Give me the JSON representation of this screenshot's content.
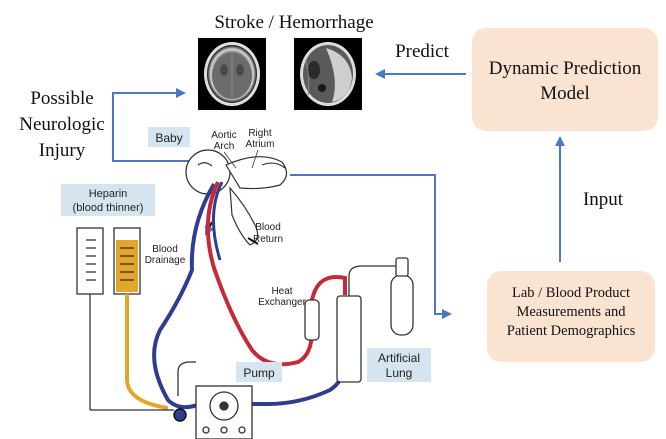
{
  "scan_panel": {
    "title": "Stroke / Hemorrhage"
  },
  "neuro_label": {
    "line1": "Possible",
    "line2": "Neurologic",
    "line3": "Injury"
  },
  "predict_label": "Predict",
  "input_label": "Input",
  "model_box": {
    "line1": "Dynamic Prediction",
    "line2": "Model",
    "fill": "#fbe3d2"
  },
  "lab_box": {
    "line1": "Lab  / Blood Product",
    "line2": "Measurements and",
    "line3": "Patient Demographics",
    "fill": "#fbe3d2"
  },
  "ecmo": {
    "baby_label": "Baby",
    "aortic_line1": "Aortic",
    "aortic_line2": "Arch",
    "atrium_line1": "Right",
    "atrium_line2": "Atrium",
    "drainage_line1": "Blood",
    "drainage_line2": "Drainage",
    "return_line1": "Blood",
    "return_line2": "Return",
    "heparin_line1": "Heparin",
    "heparin_line2": "(blood thinner)",
    "heat_line1": "Heat",
    "heat_line2": "Exchanger",
    "pump_label": "Pump",
    "lung_line1": "Artificial",
    "lung_line2": "Lung"
  },
  "colors": {
    "arrow": "#4a78c4",
    "red_line": "#c8293a",
    "blue_line": "#2e3d8f",
    "yellow_line": "#e2a72a",
    "label_bg": "#d5e4ef"
  }
}
